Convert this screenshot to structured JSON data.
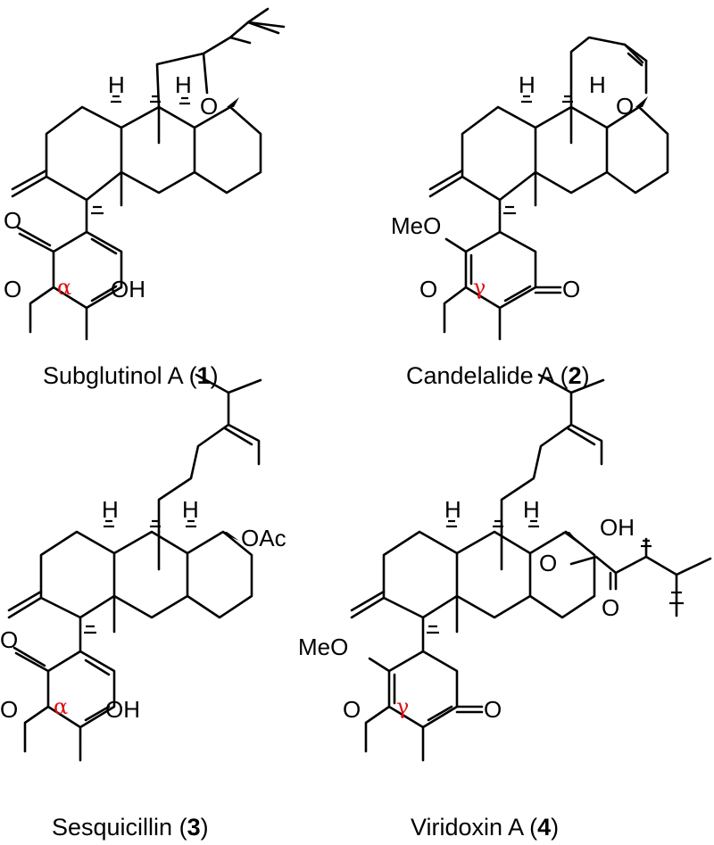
{
  "compounds": [
    {
      "name": "Subglutinol A",
      "number": "1",
      "ring_label": "α",
      "ring_substituent": "OH",
      "pyrone_carbonyl": "O",
      "pyrone_oxygen": "O",
      "ring_oxygen": "O",
      "h_labels": [
        "H",
        "H"
      ]
    },
    {
      "name": "Candelalide A",
      "number": "2",
      "ring_label": "γ",
      "methoxy": "MeO",
      "ring_carbonyl": "O",
      "pyrone_oxygen": "O",
      "ring_oxygen": "O",
      "h_labels": [
        "H",
        "H"
      ]
    },
    {
      "name": "Sesquicillin",
      "number": "3",
      "ring_label": "α",
      "ring_substituent": "OH",
      "pyrone_carbonyl": "O",
      "pyrone_oxygen": "O",
      "acetate": "OAc",
      "h_labels": [
        "H",
        "H"
      ]
    },
    {
      "name": "Viridoxin A",
      "number": "4",
      "ring_label": "γ",
      "methoxy": "MeO",
      "ring_carbonyl": "O",
      "pyrone_oxygen": "O",
      "ester_oxygen": "O",
      "hydroxyl": "OH",
      "ester_carbonyl": "O",
      "h_labels": [
        "H",
        "H"
      ]
    }
  ],
  "colors": {
    "ring_label": "#e01010",
    "bonds": "#000000"
  }
}
